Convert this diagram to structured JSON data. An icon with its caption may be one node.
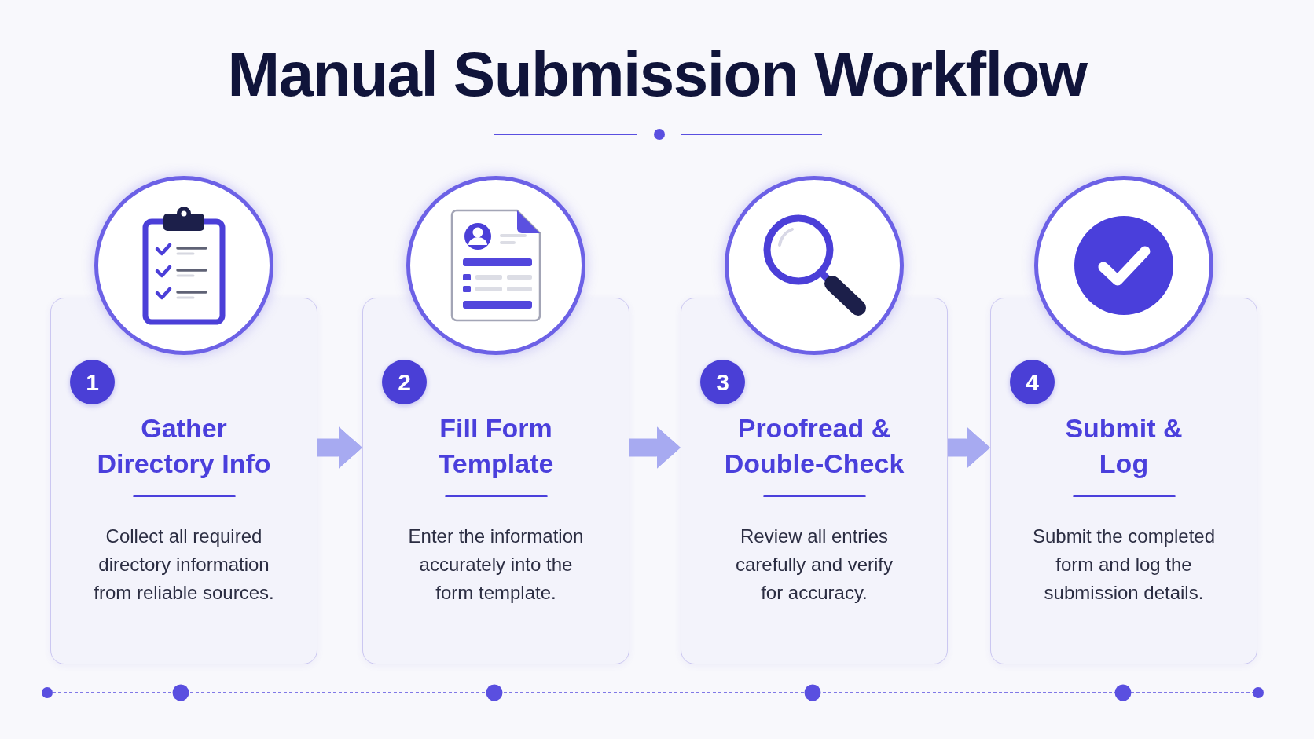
{
  "diagram": {
    "title": "Manual Submission Workflow",
    "nodes": [
      {
        "text": [
          "Gather Directory Info",
          "Collect all required directory information from reliable sources."
        ]
      },
      {
        "text": [
          "1"
        ],
        "in": 0
      },
      {
        "text": [
          "Fill Form Template",
          "Enter the information accurately into the form template."
        ]
      },
      {
        "text": [
          "2"
        ],
        "in": 2
      },
      {
        "text": [
          "Proofread & Double-Check",
          "Review all entries carefully and verify for accuracy."
        ]
      },
      {
        "text": [
          "3"
        ],
        "in": 4
      },
      {
        "text": [
          "Submit & Log",
          "Submit the completed form and log the submission details."
        ]
      },
      {
        "text": [
          "4"
        ],
        "in": 6
      }
    ],
    "edges": [
      {
        "from": 0,
        "to": 2,
        "arrow": "to"
      },
      {
        "from": 2,
        "to": 4,
        "arrow": "to"
      },
      {
        "from": 4,
        "to": 6,
        "arrow": "to"
      }
    ]
  }
}
